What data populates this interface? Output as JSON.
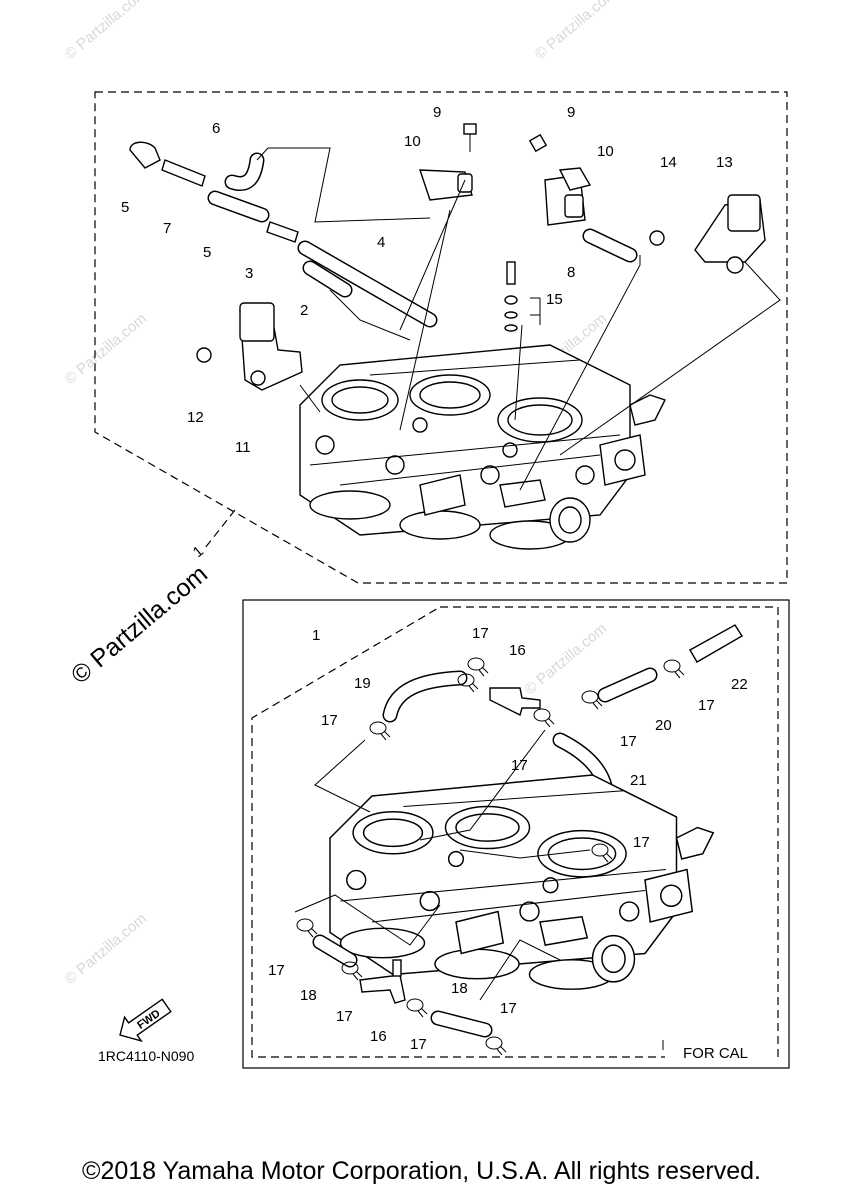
{
  "watermark": {
    "text": "© Partzilla.com"
  },
  "diagram_code": "1RC4110-N090",
  "variant_label": "FOR CAL",
  "direction_label": "FWD",
  "copyright": "©2018 Yamaha Motor Corporation, U.S.A. All rights reserved.",
  "callouts_top": {
    "c1": "1",
    "c2": "2",
    "c3": "3",
    "c4": "4",
    "c5a": "5",
    "c5b": "5",
    "c6": "6",
    "c7": "7",
    "c8": "8",
    "c9a": "9",
    "c9b": "9",
    "c10a": "10",
    "c10b": "10",
    "c11": "11",
    "c12": "12",
    "c13": "13",
    "c14": "14",
    "c15": "15"
  },
  "callouts_bottom": {
    "c1": "1",
    "c16a": "16",
    "c16b": "16",
    "c17a": "17",
    "c17b": "17",
    "c17c": "17",
    "c17d": "17",
    "c17e": "17",
    "c17f": "17",
    "c17g": "17",
    "c17h": "17",
    "c17i": "17",
    "c17j": "17",
    "c18a": "18",
    "c18b": "18",
    "c19": "19",
    "c20": "20",
    "c21": "21",
    "c22": "22"
  }
}
